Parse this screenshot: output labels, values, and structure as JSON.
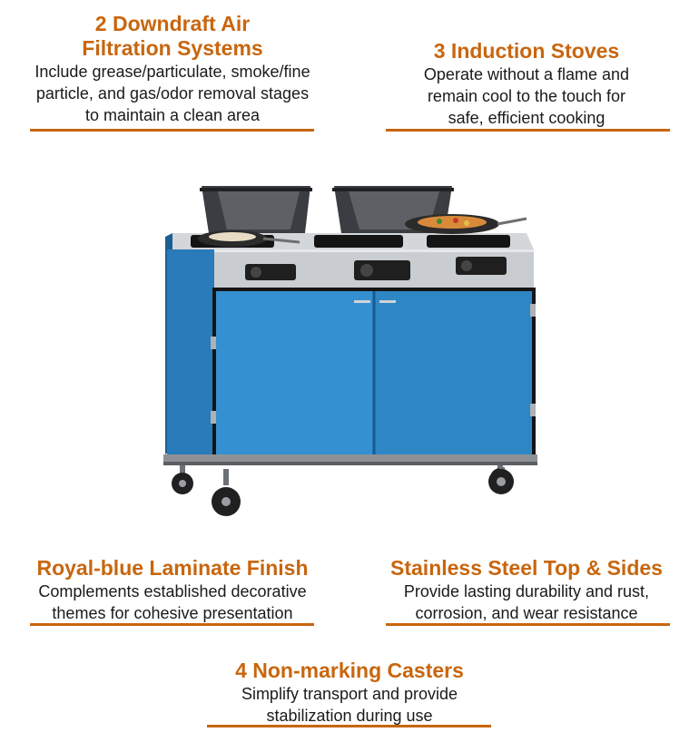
{
  "colors": {
    "accent": "#c8660e",
    "text": "#1a1a1a",
    "laminate": "#2f86c4",
    "steel": "#c9cdd1"
  },
  "features": {
    "downdraft": {
      "title_lines": [
        "2 Downdraft Air",
        "Filtration Systems"
      ],
      "desc_lines": [
        "Include grease/particulate, smoke/fine",
        "particle, and gas/odor removal stages",
        "to maintain a clean area"
      ]
    },
    "induction": {
      "title_lines": [
        "3 Induction Stoves"
      ],
      "desc_lines": [
        "Operate without a flame and",
        "remain cool to the touch for",
        "safe, efficient cooking"
      ]
    },
    "laminate": {
      "title_lines": [
        "Royal-blue Laminate Finish"
      ],
      "desc_lines": [
        "Complements established decorative",
        "themes for cohesive presentation"
      ]
    },
    "steel": {
      "title_lines": [
        "Stainless Steel Top & Sides"
      ],
      "desc_lines": [
        "Provide lasting durability and rust,",
        "corrosion, and wear resistance"
      ]
    },
    "casters": {
      "title_lines": [
        "4 Non-marking Casters"
      ],
      "desc_lines": [
        "Simplify transport and provide",
        "stabilization during use"
      ]
    }
  },
  "product_image": {
    "icon": "induction-cooking-cart-image"
  }
}
